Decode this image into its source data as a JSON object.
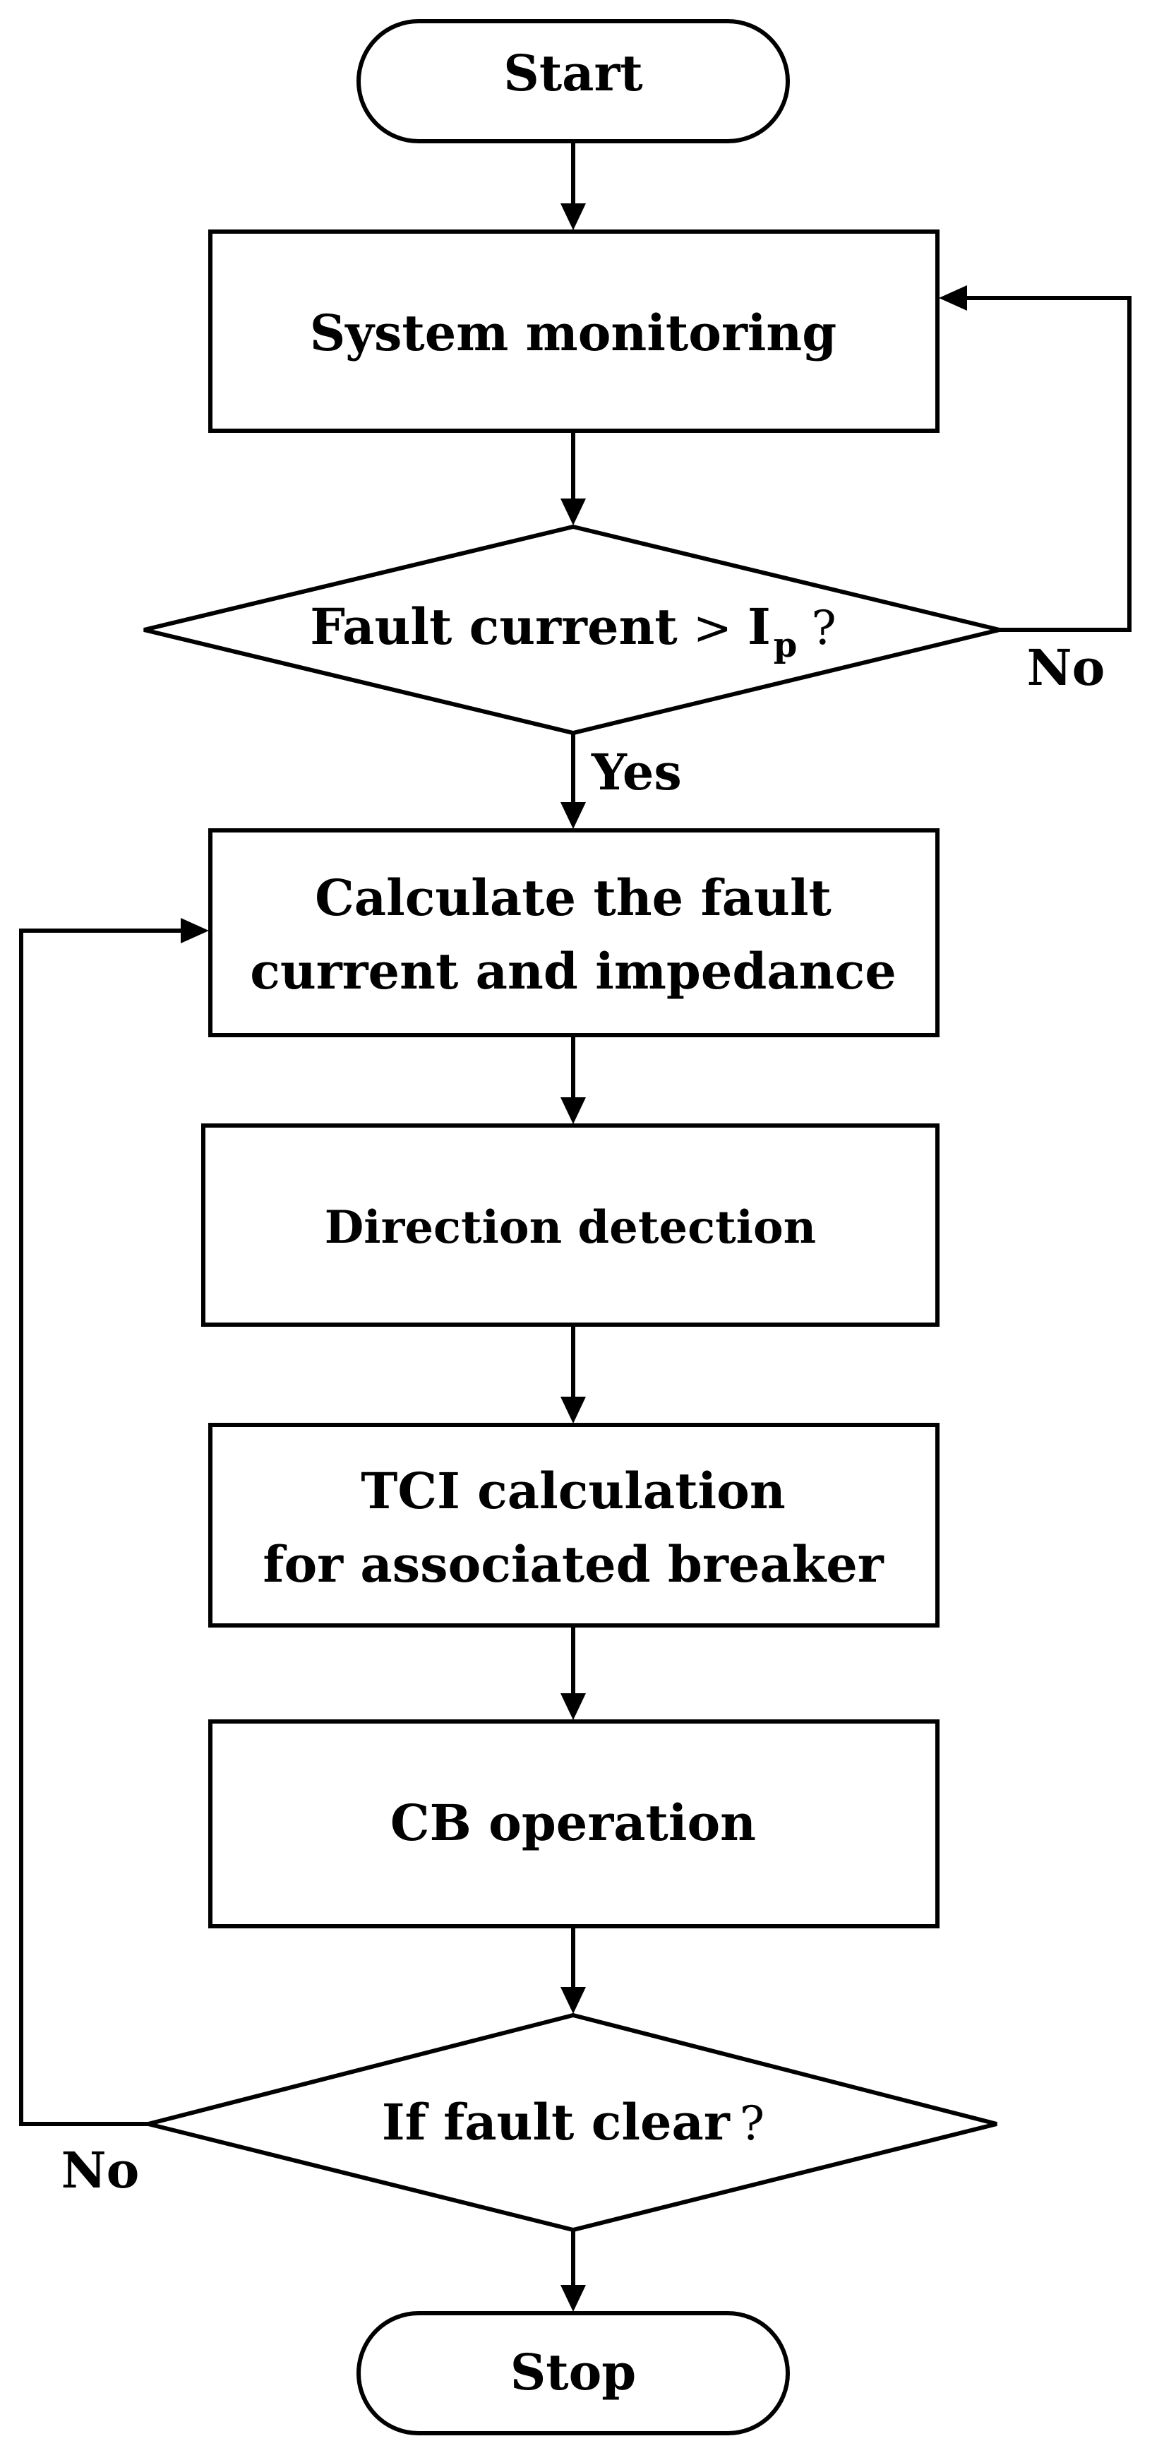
{
  "nodes": {
    "start": "Start",
    "monitoring": "System monitoring",
    "decision1": {
      "text": "Fault current",
      "operator": ">",
      "symbol": "I",
      "subscript": "p",
      "question": "?"
    },
    "calculate": {
      "line1": "Calculate the fault",
      "line2": "current and impedance"
    },
    "direction": "Direction detection",
    "tci": {
      "line1": "TCI calculation",
      "line2": "for associated breaker"
    },
    "cb": "CB operation",
    "decision2": {
      "text": "If fault clear",
      "question": "?"
    },
    "stop": "Stop"
  },
  "edge_labels": {
    "no_top": "No",
    "yes": "Yes",
    "no_bottom": "No"
  }
}
